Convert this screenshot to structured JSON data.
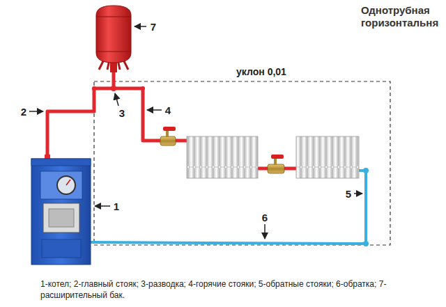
{
  "diagram": {
    "title": "Однотрубная горизонтальня",
    "caption": "1-котел; 2-главный стояк; 3-разводка; 4-горячие стояки; 5-обратные стояки; 6-обратка; 7-расширительный бак.",
    "labels": [
      "7",
      "2",
      "3",
      "4",
      "уклон 0,01",
      "1",
      "5",
      "6"
    ]
  }
}
